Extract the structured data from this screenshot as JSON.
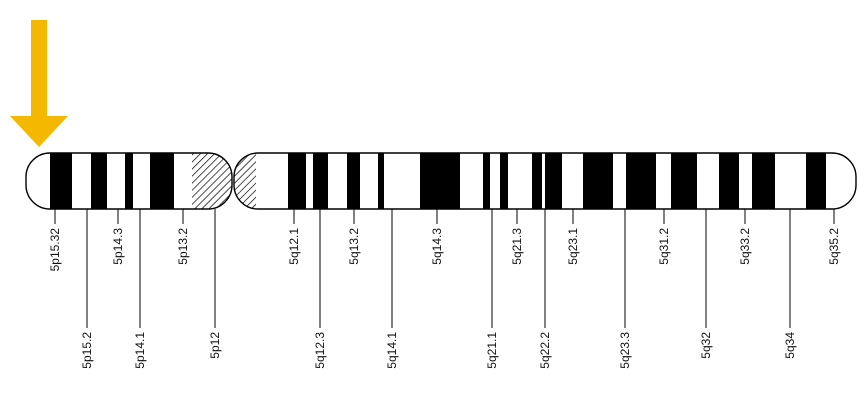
{
  "chromosome": {
    "p_arm": {
      "bands": [
        {
          "stain": "white"
        },
        {
          "stain": "black"
        },
        {
          "stain": "white"
        },
        {
          "stain": "black"
        },
        {
          "stain": "white"
        },
        {
          "stain": "black"
        },
        {
          "stain": "white"
        },
        {
          "stain": "black"
        },
        {
          "stain": "white"
        },
        {
          "stain": "hatched"
        }
      ]
    },
    "q_arm": {
      "bands": [
        {
          "stain": "hatched"
        },
        {
          "stain": "white"
        },
        {
          "stain": "black"
        },
        {
          "stain": "white"
        },
        {
          "stain": "black"
        },
        {
          "stain": "white"
        },
        {
          "stain": "black"
        },
        {
          "stain": "white"
        },
        {
          "stain": "black"
        },
        {
          "stain": "white"
        },
        {
          "stain": "black"
        },
        {
          "stain": "white"
        },
        {
          "stain": "black"
        },
        {
          "stain": "white"
        },
        {
          "stain": "black"
        },
        {
          "stain": "white"
        },
        {
          "stain": "black"
        },
        {
          "stain": "white"
        },
        {
          "stain": "black"
        },
        {
          "stain": "white"
        },
        {
          "stain": "black"
        },
        {
          "stain": "white"
        },
        {
          "stain": "black"
        },
        {
          "stain": "white"
        },
        {
          "stain": "black"
        },
        {
          "stain": "white"
        },
        {
          "stain": "black"
        },
        {
          "stain": "white"
        },
        {
          "stain": "black"
        },
        {
          "stain": "white"
        },
        {
          "stain": "black"
        },
        {
          "stain": "white"
        }
      ]
    }
  },
  "labels": {
    "upper": [
      "5p15.32",
      "5p14.3",
      "5p13.2",
      "5q12.1",
      "5q13.2",
      "5q14.3",
      "5q21.3",
      "5q23.1",
      "5q31.2",
      "5q33.2",
      "5q35.2"
    ],
    "lower": [
      "5p15.2",
      "5p14.1",
      "5p12",
      "5q12.3",
      "5q14.1",
      "5q21.1",
      "5q22.2",
      "5q23.3",
      "5q32",
      "5q34"
    ]
  },
  "marker": {
    "type": "arrow",
    "color": "#f5b800",
    "target": "5p15.32"
  },
  "colors": {
    "stain_black": "#000000",
    "stain_white": "#ffffff",
    "outline": "#000000"
  }
}
